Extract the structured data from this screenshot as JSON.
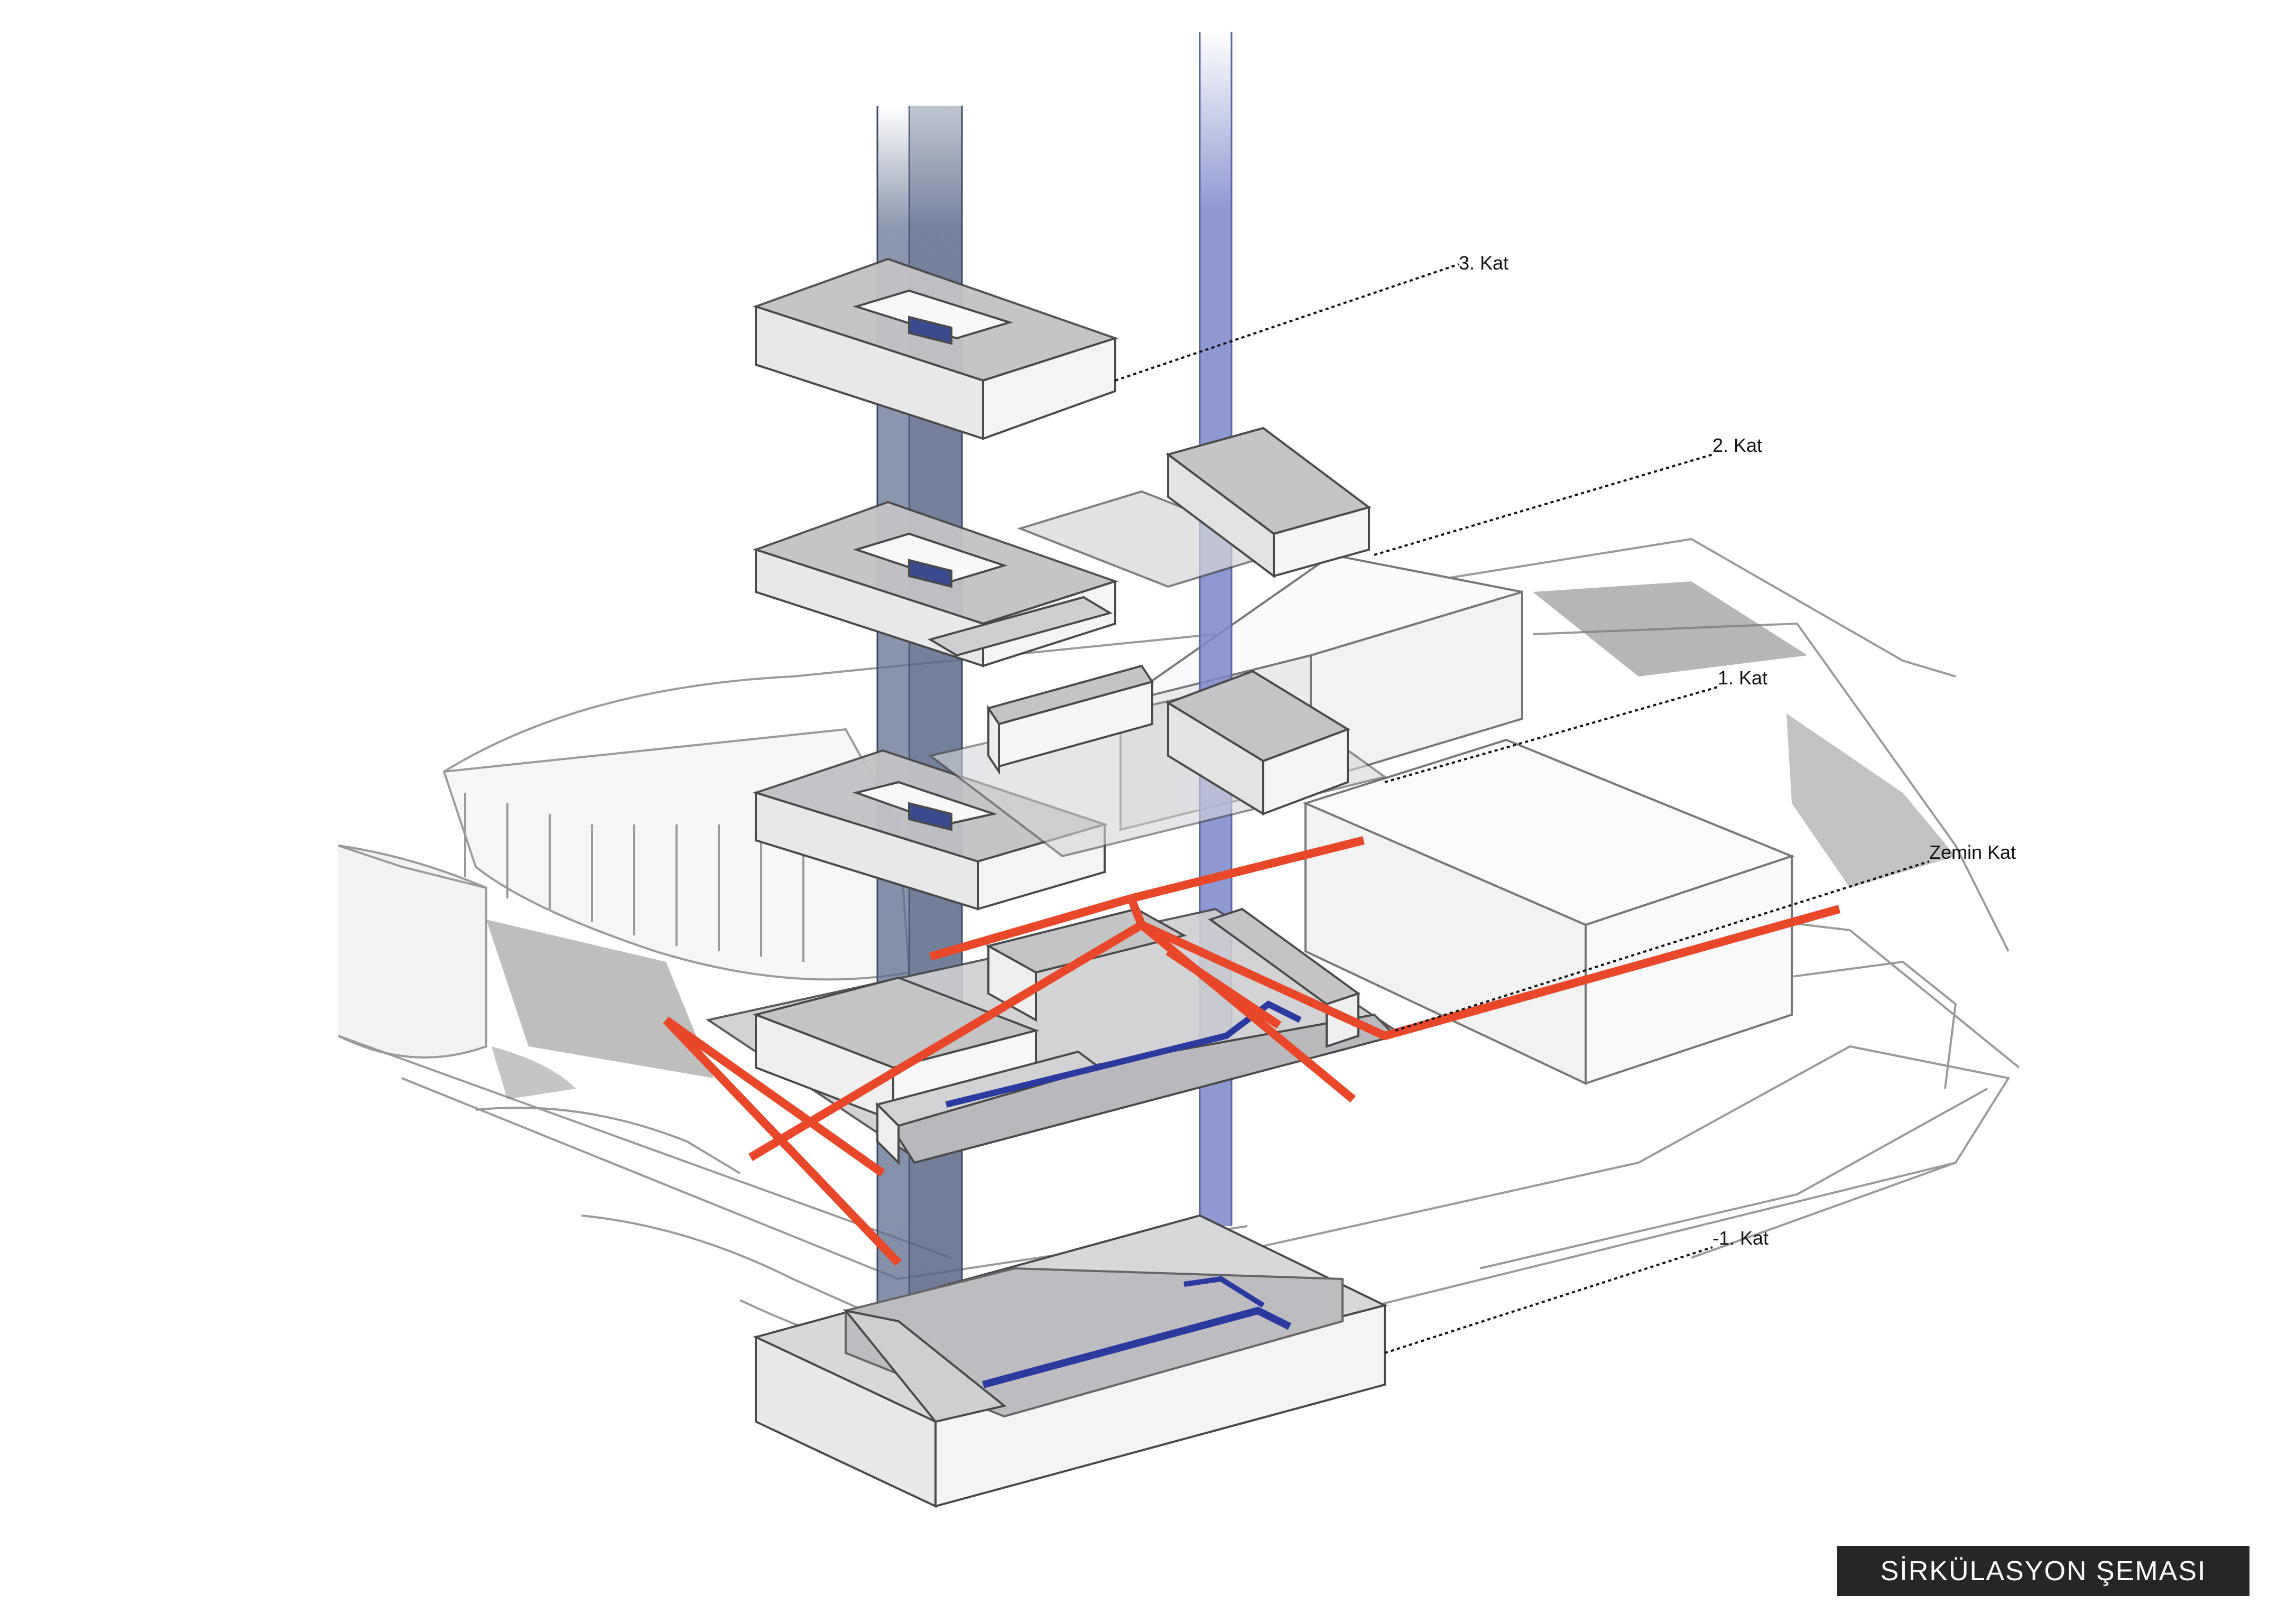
{
  "title": "SİRKÜLASYON ŞEMASI",
  "labels": {
    "floor3": "3. Kat",
    "floor2": "2. Kat",
    "floor1": "1. Kat",
    "ground": "Zemin Kat",
    "basement": "-1. Kat"
  },
  "colors": {
    "horizontal_circulation": "#e8472a",
    "vertical_circulation": "#7a86c9",
    "core": "#5a6b8c",
    "slab": "#c9c9cc",
    "slab_top": "#b4b4b8",
    "outline": "#4a4a4a",
    "title_bg": "#262626"
  }
}
